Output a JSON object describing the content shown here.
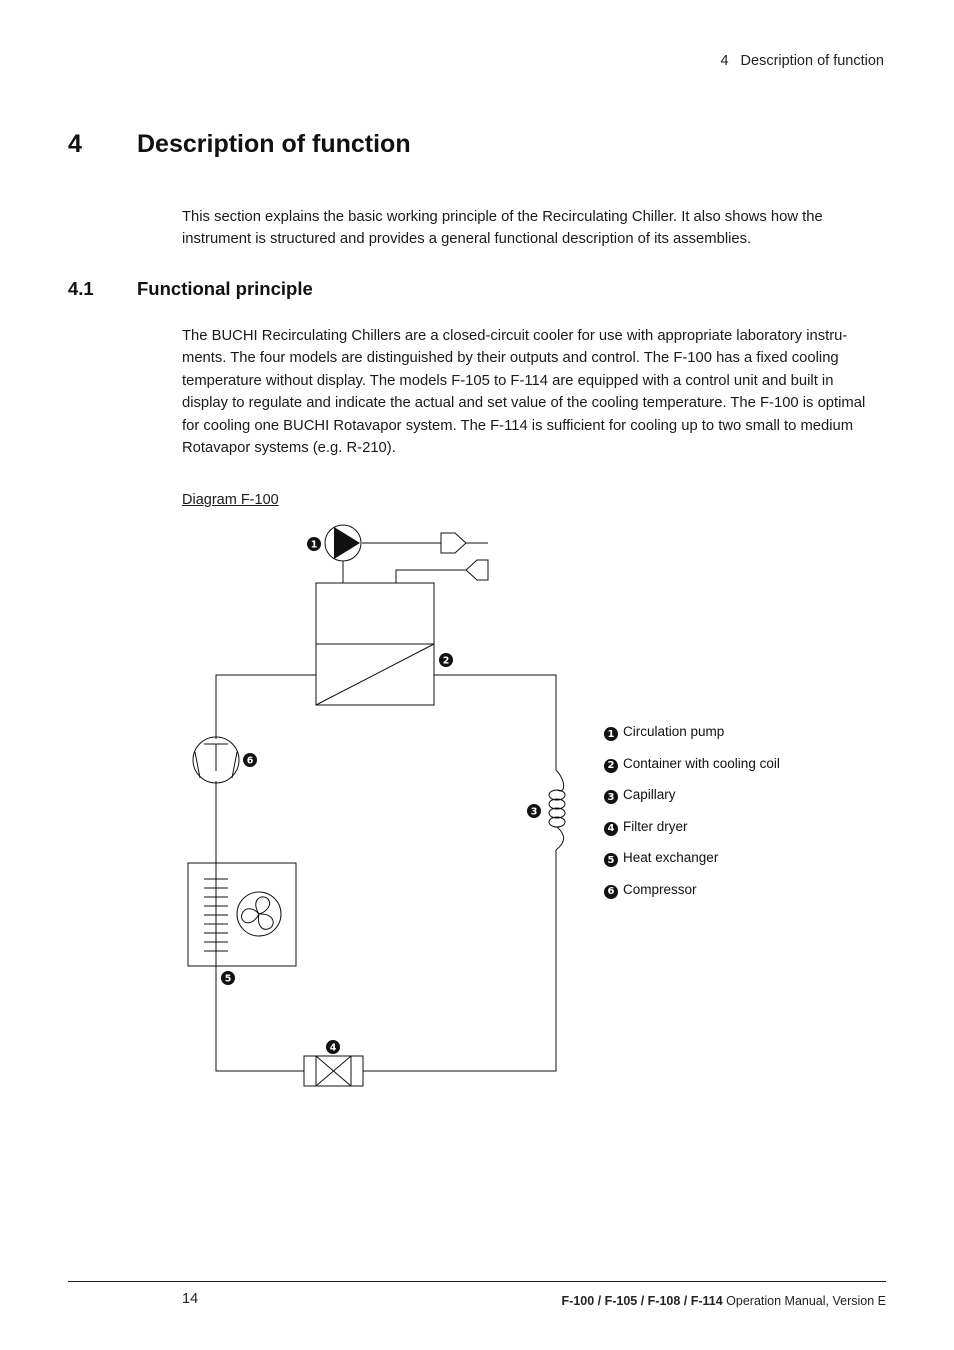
{
  "header": {
    "chapter_number": "4",
    "chapter_title": "Description of function"
  },
  "chapter": {
    "number": "4",
    "title": "Description of function",
    "intro": "This section explains the basic working principle of the Recirculating Chiller. It also shows how the instrument is structured and provides a general functional description of its assemblies."
  },
  "section": {
    "number": "4.1",
    "title": "Functional principle",
    "body": "The BUCHI Recirculating Chillers are a closed-circuit cooler for use with appropriate laboratory instru-ments. The four models are distinguished by their outputs and control. The F-100 has a fixed cooling temperature without display. The models F-105 to F-114 are equipped with a control unit and built in display to regulate and indicate the actual and set value of the cooling temperature. The F-100 is optimal for cooling one BUCHI Rotavapor system. The F-114 is sufficient for cooling up to two small to medium Rotavapor systems (e.g. R-210)."
  },
  "diagram": {
    "caption": "Diagram F-100",
    "components": [
      {
        "id": "1",
        "label": "Circulation pump"
      },
      {
        "id": "2",
        "label": "Container with cooling coil"
      },
      {
        "id": "3",
        "label": "Capillary"
      },
      {
        "id": "4",
        "label": "Filter dryer"
      },
      {
        "id": "5",
        "label": "Heat exchanger"
      },
      {
        "id": "6",
        "label": "Compressor"
      }
    ]
  },
  "footer": {
    "page_number": "14",
    "models": "F-100 / F-105 / F-108 / F-114",
    "manual": " Operation Manual, Version E"
  }
}
